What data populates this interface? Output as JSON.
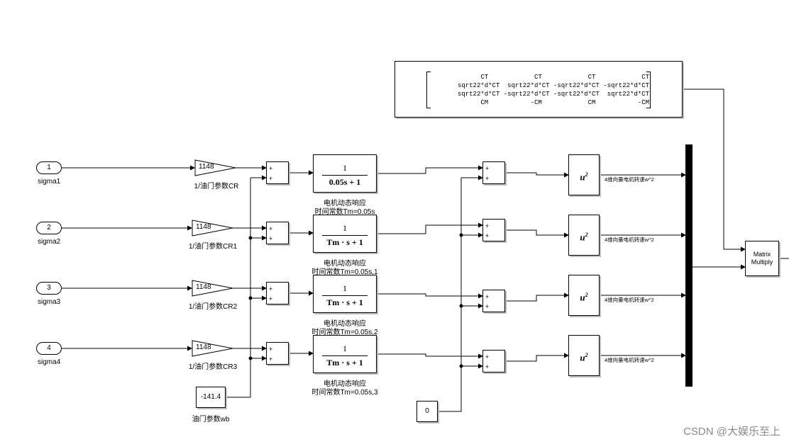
{
  "rows": [
    {
      "port_num": "1",
      "port_label": "sigma1",
      "gain_value": "1148",
      "gain_label": "1/油门参数CR",
      "tf_num": "1",
      "tf_den": "0.05s + 1",
      "tf_caption1": "电机动态响应",
      "tf_caption2": "时间常数Tm=0.05s",
      "signal_label": "4维向量电机转速w^2"
    },
    {
      "port_num": "2",
      "port_label": "sigma2",
      "gain_value": "1148",
      "gain_label": "1/油门参数CR1",
      "tf_num": "1",
      "tf_den": "Tm · s + 1",
      "tf_caption1": "电机动态响应",
      "tf_caption2": "时间常数Tm=0.05s,1",
      "signal_label": "4维向量电机转速w^2"
    },
    {
      "port_num": "3",
      "port_label": "sigma3",
      "gain_value": "1148",
      "gain_label": "1/油门参数CR2",
      "tf_num": "1",
      "tf_den": "Tm · s + 1",
      "tf_caption1": "电机动态响应",
      "tf_caption2": "时间常数Tm=0.05s,2",
      "signal_label": "4维向量电机转速w^2"
    },
    {
      "port_num": "4",
      "port_label": "sigma4",
      "gain_value": "1148",
      "gain_label": "1/油门参数CR3",
      "tf_num": "1",
      "tf_den": "Tm · s + 1",
      "tf_caption1": "电机动态响应",
      "tf_caption2": "时间常数Tm=0.05s,3",
      "signal_label": "4维向量电机转速w^2"
    }
  ],
  "sum_signs": "+",
  "square_base": "u",
  "square_exp": "2",
  "const_wb": {
    "value": "-141.4",
    "label": "油门参数wb"
  },
  "const_zero": {
    "value": "0"
  },
  "matrix": {
    "rows": [
      "CT            CT            CT            CT",
      "sqrt22*d*CT  sqrt22*d*CT -sqrt22*d*CT -sqrt22*d*CT",
      "sqrt22*d*CT -sqrt22*d*CT -sqrt22*d*CT  sqrt22*d*CT",
      "CM           -CM            CM           -CM"
    ]
  },
  "matrix_multiply": {
    "line1": "Matrix",
    "line2": "Multiply"
  },
  "watermark": "CSDN @大娱乐至上"
}
